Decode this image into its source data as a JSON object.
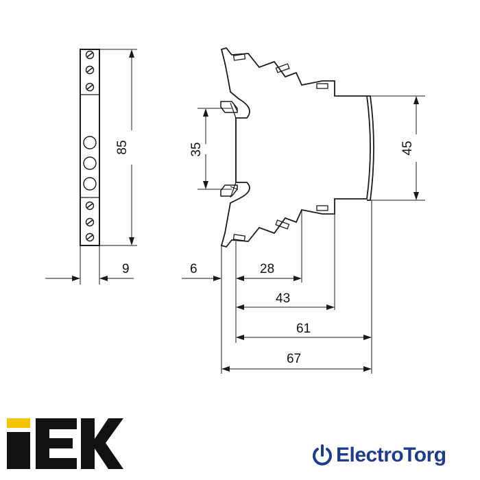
{
  "dimensions": {
    "height_total": "85",
    "width_module": "9",
    "clip_pitch": "35",
    "body_height": "45",
    "offset_left": "6",
    "depth_28": "28",
    "depth_43": "43",
    "depth_61": "61",
    "depth_67": "67"
  },
  "brands": {
    "iek": "IEK",
    "electrotorg": "ElectroTorg"
  },
  "colors": {
    "line": "#1a1a1a",
    "iek_black": "#111111",
    "iek_yellow": "#f5c400",
    "electrotorg_blue": "#1f3b8c"
  }
}
